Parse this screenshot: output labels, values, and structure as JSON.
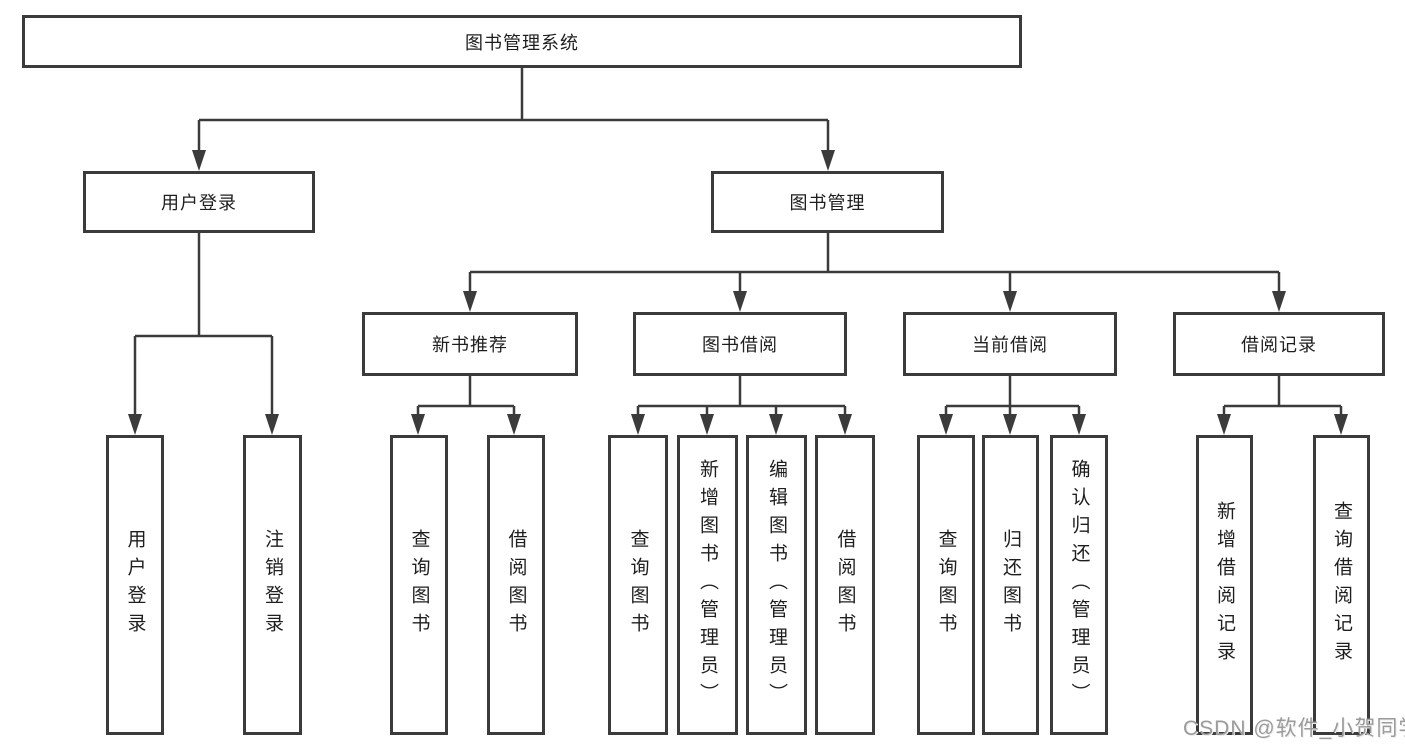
{
  "diagram": {
    "title": "图书管理系统",
    "tree": {
      "root": {
        "label": "图书管理系统"
      },
      "branches": [
        {
          "label": "用户登录",
          "children": [
            {
              "label": "用户登录"
            },
            {
              "label": "注销登录"
            }
          ]
        },
        {
          "label": "图书管理",
          "children": [
            {
              "label": "新书推荐",
              "children": [
                {
                  "label": "查询图书"
                },
                {
                  "label": "借阅图书"
                }
              ]
            },
            {
              "label": "图书借阅",
              "children": [
                {
                  "label": "查询图书"
                },
                {
                  "label": "新增图书（管理员）"
                },
                {
                  "label": "编辑图书（管理员）"
                },
                {
                  "label": "借阅图书"
                }
              ]
            },
            {
              "label": "当前借阅",
              "children": [
                {
                  "label": "查询图书"
                },
                {
                  "label": "归还图书"
                },
                {
                  "label": "确认归还（管理员）"
                }
              ]
            },
            {
              "label": "借阅记录",
              "children": [
                {
                  "label": "新增借阅记录"
                },
                {
                  "label": "查询借阅记录"
                }
              ]
            }
          ]
        }
      ]
    },
    "line_color": "#3b3b3b",
    "box_background": "#ffffff",
    "text_color": "#1e1e1e"
  },
  "watermark": {
    "text": "CSDN @软件_小贺同学"
  }
}
